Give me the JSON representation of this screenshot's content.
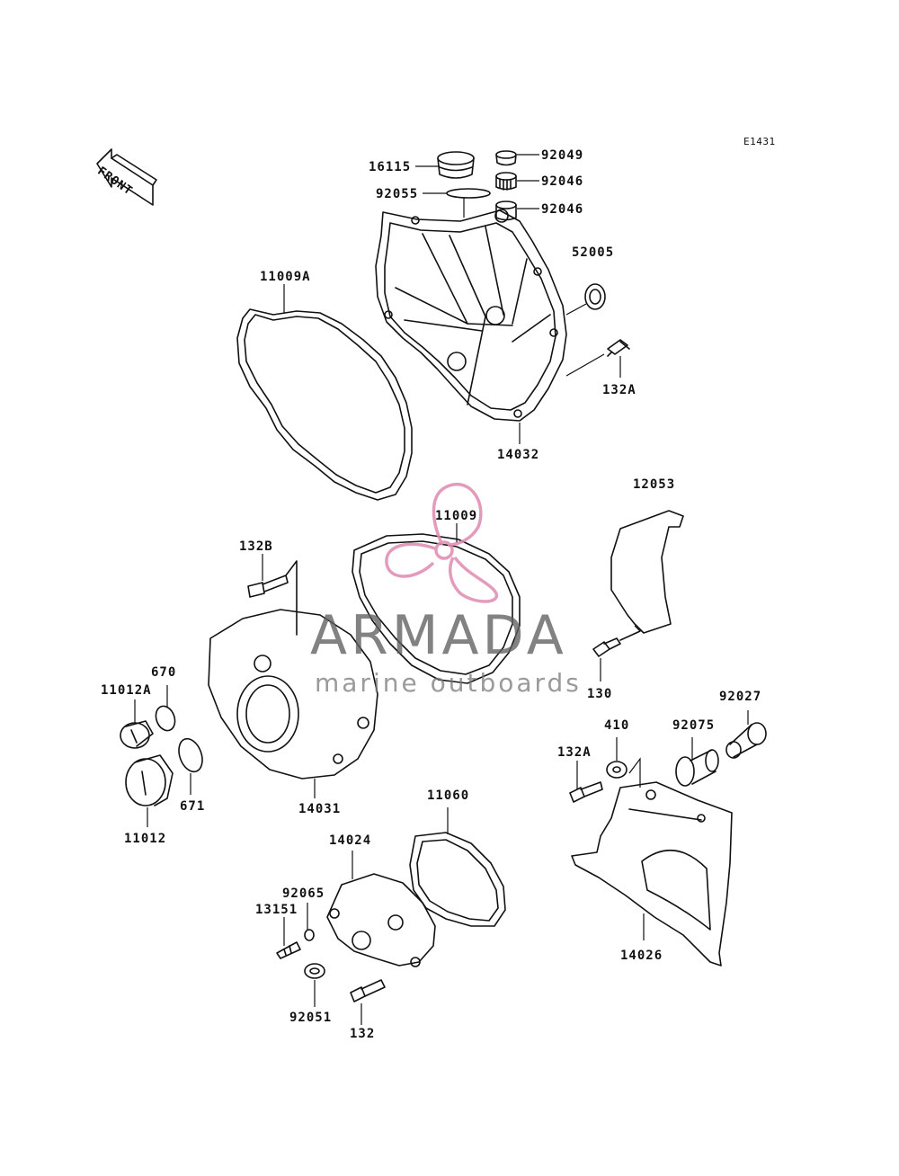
{
  "diagram": {
    "code": "E1431",
    "front_label": "FRONT",
    "watermark": {
      "brand": "ARMADA",
      "tagline": "marine outboards"
    },
    "callouts": [
      "16115",
      "92049",
      "92046",
      "92055",
      "92046",
      "52005",
      "11009A",
      "132A",
      "14032",
      "12053",
      "11009",
      "132B",
      "670",
      "11012A",
      "130",
      "92027",
      "410",
      "92075",
      "132A",
      "671",
      "14031",
      "11012",
      "11060",
      "14024",
      "92065",
      "13151",
      "14026",
      "92051",
      "132"
    ]
  }
}
